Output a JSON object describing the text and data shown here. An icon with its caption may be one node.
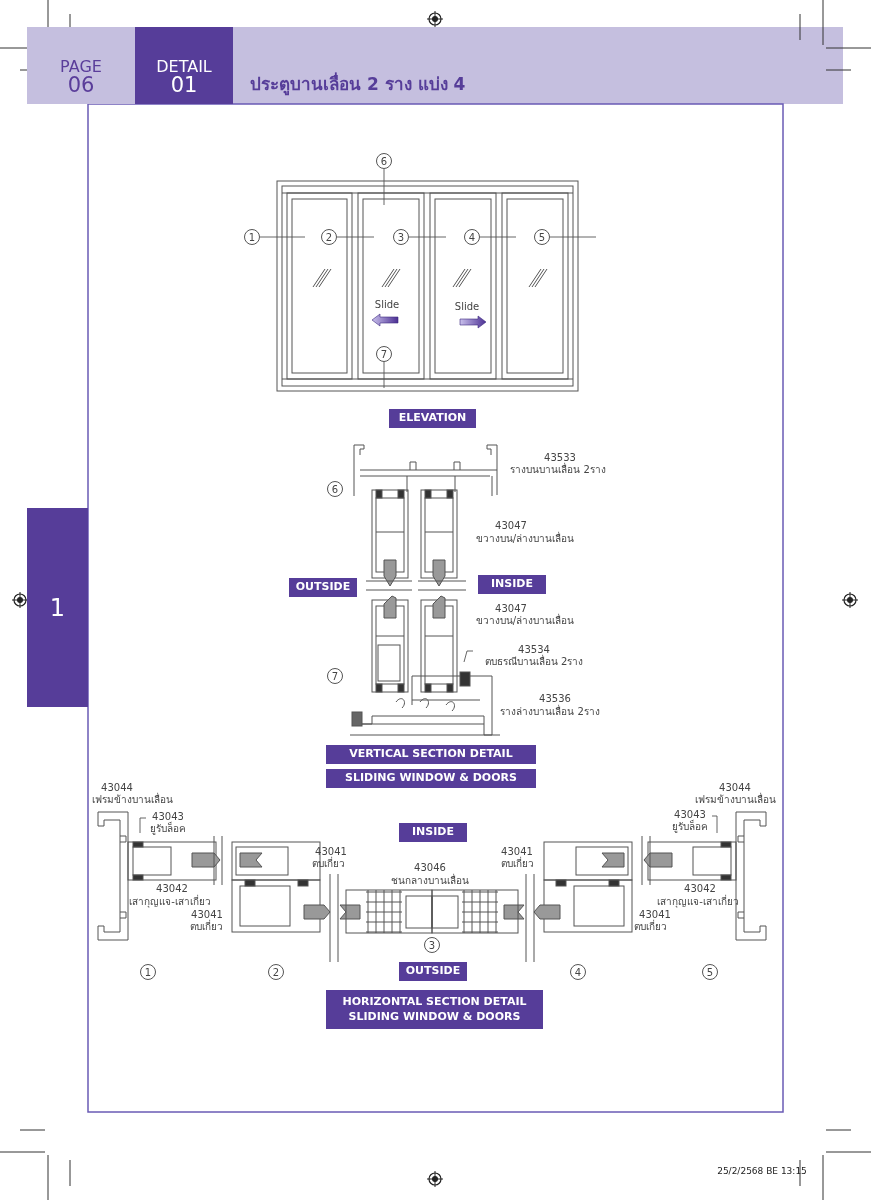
{
  "diagram": {
    "title": "ประตูบานเลื่อน 2 ราง แบ่ง 4",
    "nodes": [
      {
        "text": [
          "PAGE",
          "06"
        ]
      },
      {
        "text": [
          "DETAIL",
          "01"
        ]
      },
      {
        "text": [
          "1"
        ]
      },
      {
        "text": [
          "1"
        ]
      },
      {
        "text": [
          "2"
        ]
      },
      {
        "text": [
          "3"
        ]
      },
      {
        "text": [
          "4"
        ]
      },
      {
        "text": [
          "5"
        ]
      },
      {
        "text": [
          "6"
        ]
      },
      {
        "text": [
          "7"
        ]
      },
      {
        "text": [
          "ELEVATION"
        ]
      },
      {
        "text": [
          "6"
        ]
      },
      {
        "text": [
          "OUTSIDE"
        ]
      },
      {
        "text": [
          "INSIDE"
        ]
      },
      {
        "text": [
          "43534",
          "ตบธรณีบานเลื่อน 2ราง"
        ]
      },
      {
        "text": [
          "7"
        ]
      },
      {
        "text": [
          "VERTICAL SECTION DETAIL"
        ]
      },
      {
        "text": [
          "SLIDING WINDOW & DOORS"
        ]
      },
      {
        "text": [
          "43043",
          "ยูรับล็อค"
        ]
      },
      {
        "text": [
          "43043",
          "ยูรับล็อค"
        ]
      },
      {
        "text": [
          "INSIDE"
        ]
      },
      {
        "text": [
          "OUTSIDE"
        ]
      },
      {
        "text": [
          "3"
        ]
      },
      {
        "text": [
          "1"
        ]
      },
      {
        "text": [
          "2"
        ]
      },
      {
        "text": [
          "4"
        ]
      },
      {
        "text": [
          "5"
        ]
      },
      {
        "text": [
          "HORIZONTAL SECTION DETAIL SLIDING WINDOW & DOORS"
        ]
      }
    ],
    "edges": [
      {
        "from": 3,
        "to": null,
        "arrow": "none"
      },
      {
        "from": 4,
        "to": null,
        "arrow": "none"
      },
      {
        "from": 5,
        "to": null,
        "arrow": "none"
      },
      {
        "from": 6,
        "to": null,
        "arrow": "none"
      },
      {
        "from": 7,
        "to": null,
        "arrow": "none"
      },
      {
        "from": 8,
        "to": null,
        "arrow": "none"
      },
      {
        "from": 9,
        "to": null,
        "arrow": "none"
      },
      {
        "from": 14,
        "to": null,
        "arrow": "none"
      },
      {
        "from": 18,
        "to": null,
        "arrow": "none"
      },
      {
        "from": 19,
        "to": null,
        "arrow": "none"
      }
    ],
    "labels": [
      "Slide",
      "Slide",
      "43533",
      "รางบนบานเลื่อน 2ราง",
      "43047",
      "ขวางบน/ล่างบานเลื่อน",
      "43047",
      "ขวางบน/ล่างบานเลื่อน",
      "43536",
      "รางล่างบานเลื่อน 2ราง",
      "43044",
      "เฟรมข้างบานเลื่อน",
      "43044",
      "เฟรมข้างบานเลื่อน",
      "43041",
      "ตบเกี่ยว",
      "43041",
      "ตบเกี่ยว",
      "43046",
      "ชนกลางบานเลื่อน",
      "43042",
      "เสากุญแจ-เสาเกี่ยว",
      "43042",
      "เสากุญแจ-เสาเกี่ยว",
      "43041",
      "ตบเกี่ยว",
      "43041",
      "ตบเกี่ยว",
      "25/2/2568 BE 13:15"
    ]
  }
}
